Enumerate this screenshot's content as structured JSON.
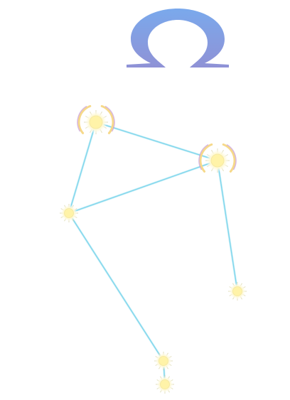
{
  "symbol": {
    "name": "libra-symbol",
    "color_top": "#7aa9ec",
    "color_bottom": "#8f92d6"
  },
  "constellation": {
    "line_color": "#7fd6ec",
    "star_fill": "#fff3a8",
    "star_glow": "#fff9d6",
    "star_ray": "#d8d4a8",
    "arc_colors": [
      "#f6d98a",
      "#c79bd8"
    ],
    "stars": [
      {
        "name": "star-top-left",
        "highlighted": true
      },
      {
        "name": "star-right",
        "highlighted": true
      },
      {
        "name": "star-left-middle",
        "highlighted": false
      },
      {
        "name": "star-lower-right",
        "highlighted": false
      },
      {
        "name": "star-bottom-upper",
        "highlighted": false
      },
      {
        "name": "star-bottom-lower",
        "highlighted": false
      }
    ]
  }
}
